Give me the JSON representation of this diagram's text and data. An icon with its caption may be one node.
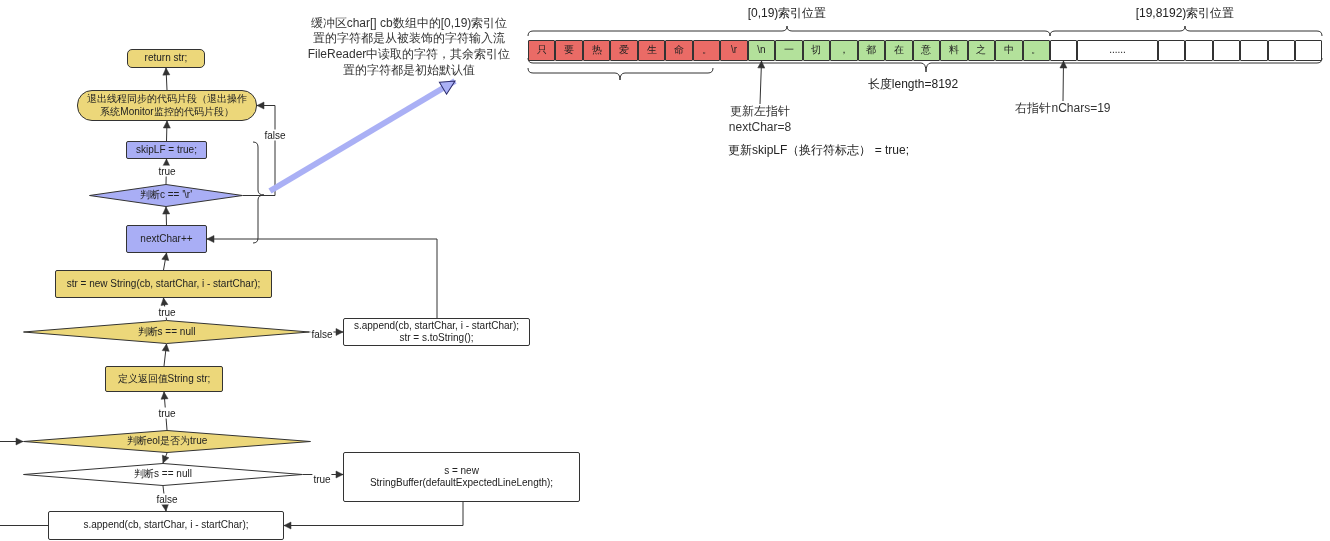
{
  "diagram": {
    "nodes": [
      {
        "text": [
          "return str;"
        ]
      },
      {
        "text": [
          "退出线程同步的代码片段（退出操作系统Monitor监控的代码片段）"
        ]
      },
      {
        "text": [
          "skipLF = true;"
        ]
      },
      {
        "text": [
          "判断c == '\\r'"
        ]
      },
      {
        "text": [
          "nextChar++"
        ]
      },
      {
        "text": [
          "str = new String(cb, startChar, i - startChar);"
        ]
      },
      {
        "text": [
          "判断s == null"
        ]
      },
      {
        "text": [
          "s.append(cb, startChar, i - startChar); str = s.toString();"
        ]
      },
      {
        "text": [
          "定义返回值String str;"
        ]
      },
      {
        "text": [
          "判断eol是否为true"
        ]
      },
      {
        "text": [
          "判断s == null"
        ]
      },
      {
        "text": [
          "s = new StringBuffer(defaultExpectedLineLength);"
        ]
      },
      {
        "text": [
          "s.append(cb, startChar, i - startChar);"
        ]
      },
      {
        "text": [
          "缓冲区char[] cb数组中的[0,19)索引位置的字符都是从被装饰的字符输入流FileReader中读取的字符，其余索引位置的字符都是初始默认值"
        ]
      },
      {
        "text": [
          "只"
        ]
      },
      {
        "text": [
          "要"
        ]
      },
      {
        "text": [
          "热"
        ]
      },
      {
        "text": [
          "爱"
        ]
      },
      {
        "text": [
          "生"
        ]
      },
      {
        "text": [
          "命"
        ]
      },
      {
        "text": [
          "。"
        ]
      },
      {
        "text": [
          "\\r"
        ]
      },
      {
        "text": [
          "\\n"
        ]
      },
      {
        "text": [
          "一"
        ]
      },
      {
        "text": [
          "切"
        ]
      },
      {
        "text": [
          "，"
        ]
      },
      {
        "text": [
          "都"
        ]
      },
      {
        "text": [
          "在"
        ]
      },
      {
        "text": [
          "意"
        ]
      },
      {
        "text": [
          "料"
        ]
      },
      {
        "text": [
          "之"
        ]
      },
      {
        "text": [
          "中"
        ]
      },
      {
        "text": [
          "。"
        ]
      },
      {
        "text": [],
        "shape": "box"
      },
      {
        "text": [
          "......"
        ]
      },
      {
        "text": [],
        "shape": "box"
      },
      {
        "text": [],
        "shape": "box"
      },
      {
        "text": [],
        "shape": "box"
      },
      {
        "text": [],
        "shape": "box"
      },
      {
        "text": [],
        "shape": "box"
      },
      {
        "text": [],
        "shape": "box"
      },
      {
        "text": [
          "更新左指针 nextChar=8"
        ]
      },
      {
        "text": [
          "右指针nChars=19"
        ]
      }
    ],
    "edges": [
      {
        "from": 1,
        "to": 0,
        "arrow": "to"
      },
      {
        "from": 2,
        "to": 1,
        "arrow": "to"
      },
      {
        "from": 3,
        "to": 2,
        "arrow": "to",
        "label": "true"
      },
      {
        "from": 3,
        "to": 1,
        "arrow": "to",
        "label": "false"
      },
      {
        "from": 4,
        "to": 3,
        "arrow": "to"
      },
      {
        "from": 5,
        "to": 4,
        "arrow": "to"
      },
      {
        "from": 6,
        "to": 5,
        "arrow": "to",
        "label": "true"
      },
      {
        "from": 6,
        "to": 7,
        "arrow": "to",
        "label": "false"
      },
      {
        "from": 7,
        "to": 4,
        "arrow": "to"
      },
      {
        "from": 8,
        "to": 6,
        "arrow": "to"
      },
      {
        "from": 9,
        "to": 8,
        "arrow": "to",
        "label": "true"
      },
      {
        "from": 9,
        "to": 10,
        "arrow": "to"
      },
      {
        "from": 10,
        "to": 11,
        "arrow": "to",
        "label": "true"
      },
      {
        "from": 10,
        "to": 12,
        "arrow": "to",
        "label": "false"
      },
      {
        "from": 11,
        "to": 12,
        "arrow": "to"
      },
      {
        "from": null,
        "to": 9,
        "arrow": "to"
      },
      {
        "from": 12,
        "to": null,
        "arrow": "none"
      },
      {
        "from": null,
        "to": 13,
        "arrow": "to",
        "style": "thick",
        "color": "#aab0f5"
      },
      {
        "from": 41,
        "to": 22,
        "arrow": "to"
      },
      {
        "from": 42,
        "to": 33,
        "arrow": "to"
      }
    ],
    "labels": [
      "[0,19)索引位置",
      "[19,8192)索引位置",
      "长度length=8192",
      "更新skipLF（换行符标志） = true;"
    ]
  }
}
